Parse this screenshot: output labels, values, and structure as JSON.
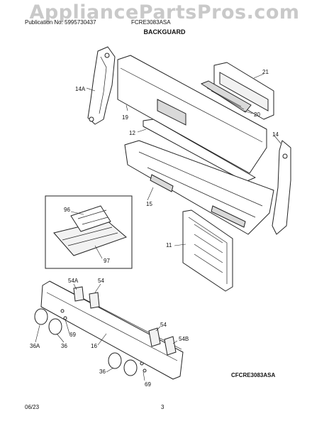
{
  "watermark": "AppliancePartsPros.com",
  "header": {
    "publication": "Publication No: 5995730437",
    "model": "FCRE3083ASA"
  },
  "title": "BACKGUARD",
  "diagram_code": "CFCRE3083ASA",
  "footer": {
    "date": "06/23",
    "page": "3"
  },
  "callouts": {
    "c14A": "14A",
    "c19": "19",
    "c21": "21",
    "c20": "20",
    "c12": "12",
    "c14": "14",
    "c15": "15",
    "c96": "96",
    "c97": "97",
    "c11": "11",
    "c54A": "54A",
    "c54": "54",
    "c54_r": "54",
    "c54B": "54B",
    "c69": "69",
    "c69_b": "69",
    "c36A": "36A",
    "c36": "36",
    "c36_b": "36",
    "c16": "16"
  }
}
